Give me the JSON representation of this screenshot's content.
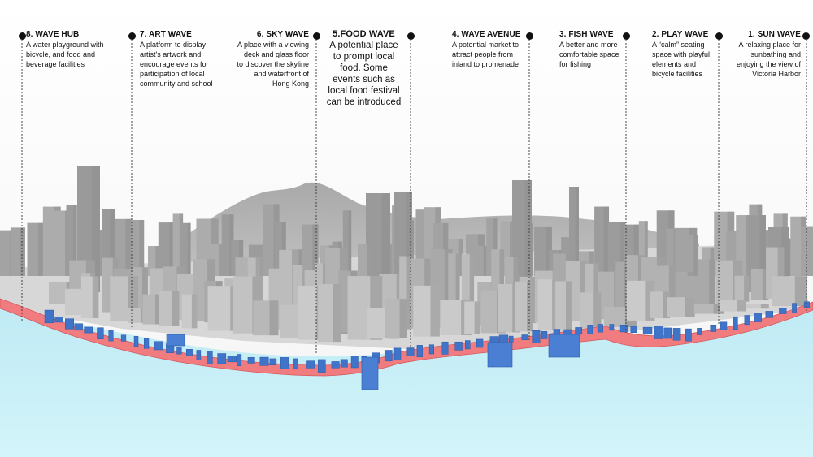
{
  "waves": [
    {
      "id": "wave-hub",
      "title": "8. WAVE HUB",
      "desc": "A water playground with bicycle, and food and beverage facilities"
    },
    {
      "id": "art-wave",
      "title": "7. ART WAVE",
      "desc": "A platform to display artist's artwork and encourage events for participation of local community and school"
    },
    {
      "id": "sky-wave",
      "title": "6. SKY WAVE",
      "desc": "A place with a viewing deck and glass floor to discover the skyline and waterfront of Hong Kong"
    },
    {
      "id": "food-wave",
      "title": "5.FOOD WAVE",
      "desc": "A potential place to prompt local food. Some events such as local food festival can be introduced"
    },
    {
      "id": "wave-avenue",
      "title": "4. WAVE AVENUE",
      "desc": "A potential market to attract people from inland to promenade"
    },
    {
      "id": "fish-wave",
      "title": "3. FISH WAVE",
      "desc": "A better and more comfortable space for fishing"
    },
    {
      "id": "play-wave",
      "title": "2. PLAY WAVE",
      "desc": "A “calm” seating space with playful elements and bicycle facilities"
    },
    {
      "id": "sun-wave",
      "title": "1. SUN WAVE",
      "desc": "A relaxing place for sunbathing and enjoying the view of Victoria Harbor"
    }
  ],
  "colors": {
    "water": "#c6eef6",
    "promenade": "#f17c80",
    "structures": "#3f74c9",
    "buildings": "#a8a8a8",
    "mountain": "#b9b9b9",
    "leader": "#333333"
  }
}
